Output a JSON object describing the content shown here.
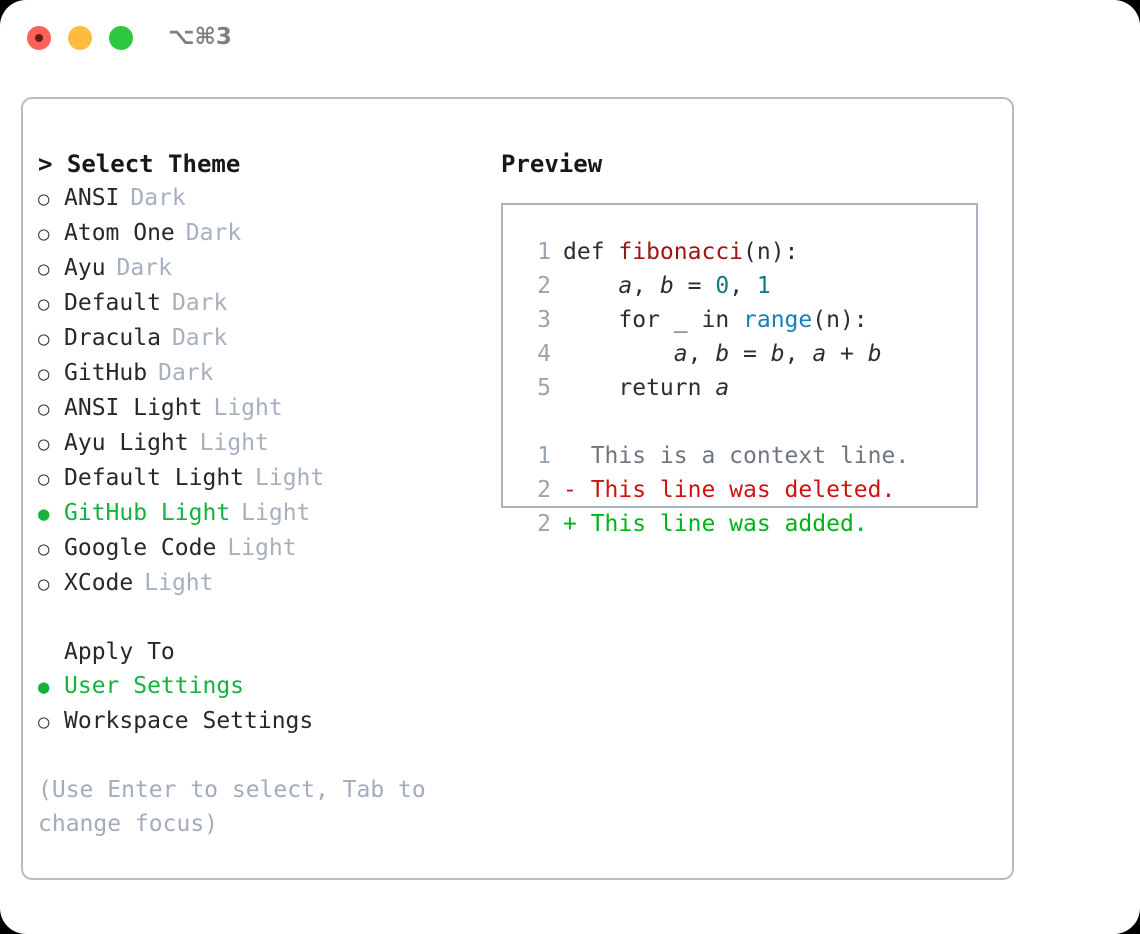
{
  "window": {
    "shortcut": "⌥⌘3",
    "traffic_lights": [
      {
        "name": "close",
        "color": "#fc6058"
      },
      {
        "name": "minimize",
        "color": "#fdbc40"
      },
      {
        "name": "zoom",
        "color": "#2bc840"
      }
    ]
  },
  "theme_list": {
    "header": "> Select Theme",
    "items": [
      {
        "marker": "○",
        "label": "ANSI",
        "variant": "Dark",
        "selected": false
      },
      {
        "marker": "○",
        "label": "Atom One",
        "variant": "Dark",
        "selected": false
      },
      {
        "marker": "○",
        "label": "Ayu",
        "variant": "Dark",
        "selected": false
      },
      {
        "marker": "○",
        "label": "Default",
        "variant": "Dark",
        "selected": false
      },
      {
        "marker": "○",
        "label": "Dracula",
        "variant": "Dark",
        "selected": false
      },
      {
        "marker": "○",
        "label": "GitHub",
        "variant": "Dark",
        "selected": false
      },
      {
        "marker": "○",
        "label": "ANSI Light",
        "variant": "Light",
        "selected": false
      },
      {
        "marker": "○",
        "label": "Ayu Light",
        "variant": "Light",
        "selected": false
      },
      {
        "marker": "○",
        "label": "Default Light",
        "variant": "Light",
        "selected": false
      },
      {
        "marker": "●",
        "label": "GitHub Light",
        "variant": "Light",
        "selected": true
      },
      {
        "marker": "○",
        "label": "Google Code",
        "variant": "Light",
        "selected": false
      },
      {
        "marker": "○",
        "label": "XCode",
        "variant": "Light",
        "selected": false
      }
    ]
  },
  "apply_to": {
    "header": "Apply To",
    "items": [
      {
        "marker": "●",
        "label": "User Settings",
        "selected": true
      },
      {
        "marker": "○",
        "label": "Workspace Settings",
        "selected": false
      }
    ]
  },
  "hint": "(Use Enter to select, Tab to change focus)",
  "preview": {
    "title": "Preview",
    "code_lines": [
      {
        "num": "1",
        "segments": [
          {
            "text": "def ",
            "type": "plain"
          },
          {
            "text": "fibonacci",
            "type": "fn"
          },
          {
            "text": "(n):",
            "type": "plain"
          }
        ]
      },
      {
        "num": "2",
        "segments": [
          {
            "text": "    ",
            "type": "plain"
          },
          {
            "text": "a",
            "type": "var"
          },
          {
            "text": ", ",
            "type": "plain"
          },
          {
            "text": "b",
            "type": "var"
          },
          {
            "text": " = ",
            "type": "plain"
          },
          {
            "text": "0",
            "type": "num"
          },
          {
            "text": ", ",
            "type": "plain"
          },
          {
            "text": "1",
            "type": "num"
          }
        ]
      },
      {
        "num": "3",
        "segments": [
          {
            "text": "    for _ in ",
            "type": "plain"
          },
          {
            "text": "range",
            "type": "call"
          },
          {
            "text": "(n):",
            "type": "plain"
          }
        ]
      },
      {
        "num": "4",
        "segments": [
          {
            "text": "        ",
            "type": "plain"
          },
          {
            "text": "a",
            "type": "var"
          },
          {
            "text": ", ",
            "type": "plain"
          },
          {
            "text": "b",
            "type": "var"
          },
          {
            "text": " = ",
            "type": "plain"
          },
          {
            "text": "b",
            "type": "var"
          },
          {
            "text": ", ",
            "type": "plain"
          },
          {
            "text": "a",
            "type": "var"
          },
          {
            "text": " + ",
            "type": "plain"
          },
          {
            "text": "b",
            "type": "var"
          }
        ]
      },
      {
        "num": "5",
        "segments": [
          {
            "text": "    return ",
            "type": "plain"
          },
          {
            "text": "a",
            "type": "var"
          }
        ]
      }
    ],
    "diff_lines": [
      {
        "num": "1",
        "text": "  This is a context line.",
        "kind": "context"
      },
      {
        "num": "2",
        "text": "- This line was deleted.",
        "kind": "deleted"
      },
      {
        "num": "2",
        "text": "+ This line was added.",
        "kind": "added"
      }
    ]
  },
  "colors": {
    "accent_green": "#15b23d",
    "muted": "#a7b0bd",
    "border": "#b3bcc8",
    "diff_add": "#00b317",
    "diff_del": "#cd1412",
    "code_fn": "#a01414",
    "code_num": "#0f7c7c",
    "code_call": "#167fbe"
  }
}
